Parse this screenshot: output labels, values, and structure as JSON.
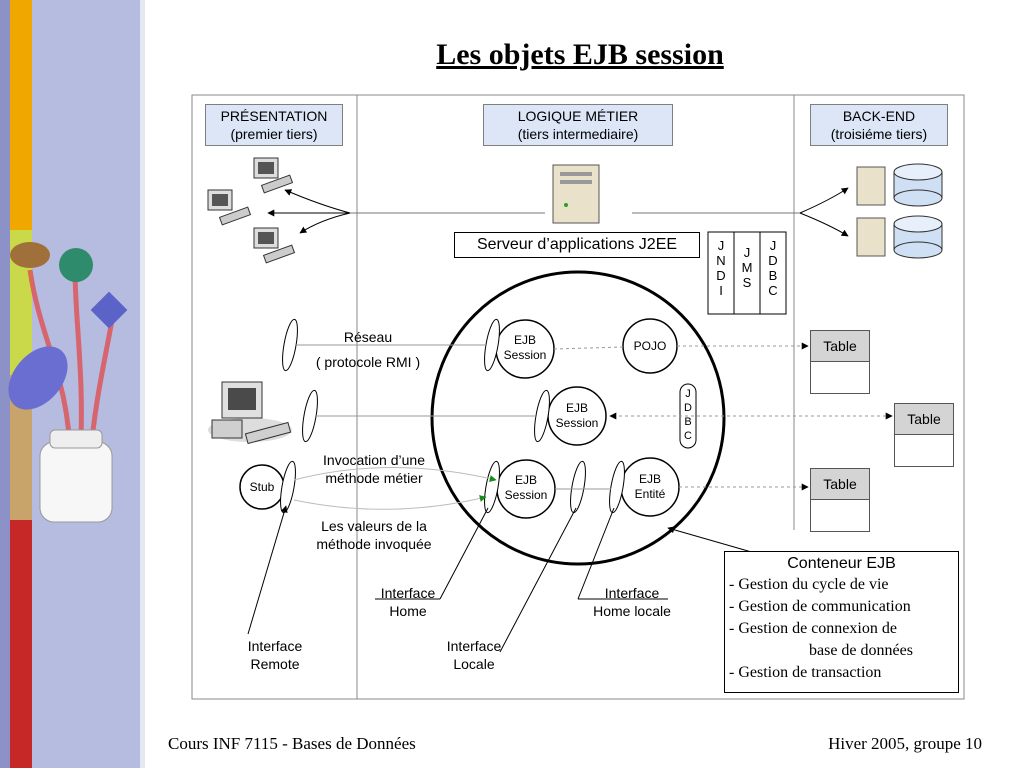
{
  "title": "Les objets EJB session",
  "tiers": {
    "presentation": {
      "line1": "PRÉSENTATION",
      "line2": "(premier tiers)"
    },
    "logique": {
      "line1": "LOGIQUE MÉTIER",
      "line2": "(tiers intermediaire)"
    },
    "backend": {
      "line1": "BACK-END",
      "line2": "(troisiéme tiers)"
    }
  },
  "server_label": "Serveur d’applications J2EE",
  "services": {
    "jndi": [
      "J",
      "N",
      "D",
      "I"
    ],
    "jms": [
      "J",
      "M",
      "S"
    ],
    "jdbc": [
      "J",
      "D",
      "B",
      "C"
    ]
  },
  "inner_jdbc": [
    "J",
    "D",
    "B",
    "C"
  ],
  "components": {
    "ejb_session_1": [
      "EJB",
      "Session"
    ],
    "pojo": "POJO",
    "ejb_session_2": [
      "EJB",
      "Session"
    ],
    "ejb_session_3": [
      "EJB",
      "Session"
    ],
    "ejb_entite": [
      "EJB",
      "Entité"
    ],
    "stub": "Stub"
  },
  "labels": {
    "reseau": "Réseau",
    "protocole": "( protocole RMI )",
    "invocation": [
      "Invocation d’une",
      "méthode métier"
    ],
    "valeurs": [
      "Les valeurs de la",
      "méthode invoquée"
    ],
    "interface_home": [
      "Interface",
      "Home"
    ],
    "interface_home_locale": [
      "Interface",
      "Home locale"
    ],
    "interface_remote": [
      "Interface",
      "Remote"
    ],
    "interface_locale": [
      "Interface",
      "Locale"
    ]
  },
  "tables": [
    "Table",
    "Table",
    "Table"
  ],
  "container": {
    "title": "Conteneur EJB",
    "items": [
      "- Gestion du cycle de vie",
      "- Gestion de communication",
      "- Gestion de connexion de",
      "base de données",
      "- Gestion de transaction"
    ]
  },
  "footer": {
    "left": "Cours INF 7115 - Bases de Données",
    "right": "Hiver 2005, groupe 10"
  },
  "colors": {
    "tier_fill": "#dce6f7",
    "sidebar_orange": "#f0a800",
    "sidebar_blue": "#7f86c5",
    "sidebar_green": "#c9d94a",
    "sidebar_red": "#c62828",
    "sidebar_tan": "#c9a46a"
  }
}
